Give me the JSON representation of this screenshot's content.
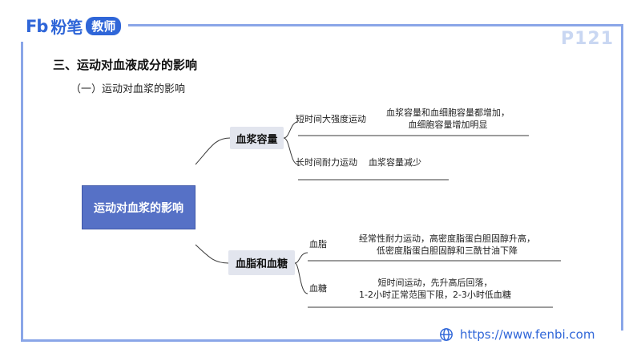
{
  "logo": {
    "mark": "Fb",
    "name": "粉笔",
    "badge": "教师"
  },
  "page_number": "P121",
  "section_title": "三、运动对血液成分的影响",
  "sub_title": "（一）运动对血浆的影响",
  "mindmap": {
    "root": "运动对血浆的影响",
    "branches": [
      {
        "label": "血浆容量",
        "items": [
          {
            "label": "短时间大强度运动",
            "desc": [
              "血浆容量和血细胞容量都增加，",
              "血细胞容量增加明显"
            ]
          },
          {
            "label": "长时间耐力运动",
            "desc": [
              "血浆容量减少"
            ]
          }
        ]
      },
      {
        "label": "血脂和血糖",
        "items": [
          {
            "label": "血脂",
            "desc": [
              "经常性耐力运动，高密度脂蛋白胆固醇升高，",
              "低密度脂蛋白胆固醇和三酰甘油下降"
            ]
          },
          {
            "label": "血糖",
            "desc": [
              "短时间运动，先升高后回落，",
              "1-2小时正常范围下限，2-3小时低血糖"
            ]
          }
        ]
      }
    ]
  },
  "footer": {
    "url": "https://www.fenbi.com",
    "icon": "globe-icon"
  },
  "colors": {
    "brand": "#2f66d8",
    "frame": "#8aa6e8",
    "root_fill": "#5671c6",
    "branch_fill": "#e2e5ee"
  }
}
